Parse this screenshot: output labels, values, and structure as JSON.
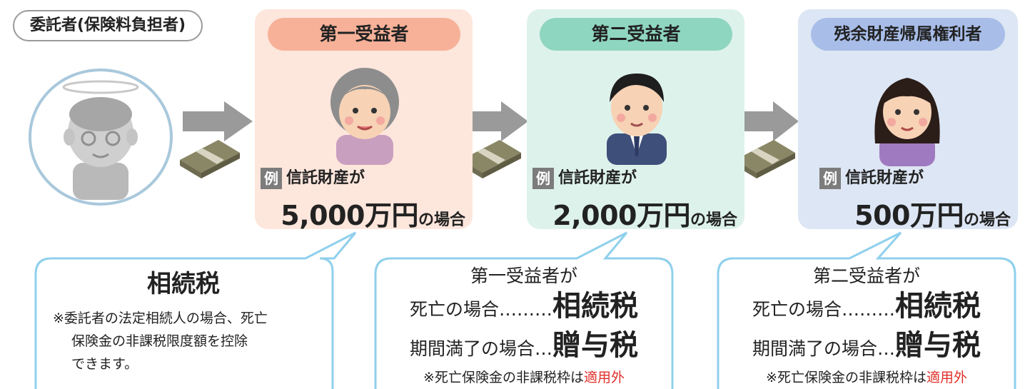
{
  "settlor": {
    "label": "委託者(保険料負担者)"
  },
  "beneficiaries": [
    {
      "title": "第一受益者",
      "example_badge": "例",
      "example_text": "信託財産が",
      "amount": "5,000万円",
      "case_suffix": "の場合",
      "color": "#fde6dc",
      "accent": "#f7b199"
    },
    {
      "title": "第二受益者",
      "example_badge": "例",
      "example_text": "信託財産が",
      "amount": "2,000万円",
      "case_suffix": "の場合",
      "color": "#def2ec",
      "accent": "#8fd6c0"
    },
    {
      "title": "残余財産帰属権利者",
      "example_badge": "例",
      "example_text": "信託財産が",
      "amount": "500万円",
      "case_suffix": "の場合",
      "color": "#dde6f4",
      "accent": "#a8bde8"
    }
  ],
  "bubble1": {
    "title": "相続税",
    "note_lines": [
      "※委託者の法定相続人の場合、死亡",
      "保険金の非課税限度額を控除",
      "できます。"
    ]
  },
  "bubble2": {
    "head": "第一受益者が",
    "row1_label": "死亡の場合………",
    "row1_tax": "相続税",
    "row2_label": "期間満了の場合…",
    "row2_tax": "贈与税",
    "note_prefix": "※死亡保険金の非課税枠は",
    "note_red": "適用外"
  },
  "bubble3": {
    "head": "第二受益者が",
    "row1_label": "死亡の場合………",
    "row1_tax": "相続税",
    "row2_label": "期間満了の場合…",
    "row2_tax": "贈与税",
    "note_prefix": "※死亡保険金の非課税枠は",
    "note_red": "適用外"
  },
  "colors": {
    "bubble_border": "#8fd0ec",
    "arrow": "#9a9a9a",
    "money": "#7d7a5e",
    "red_text": "#e0302a"
  }
}
